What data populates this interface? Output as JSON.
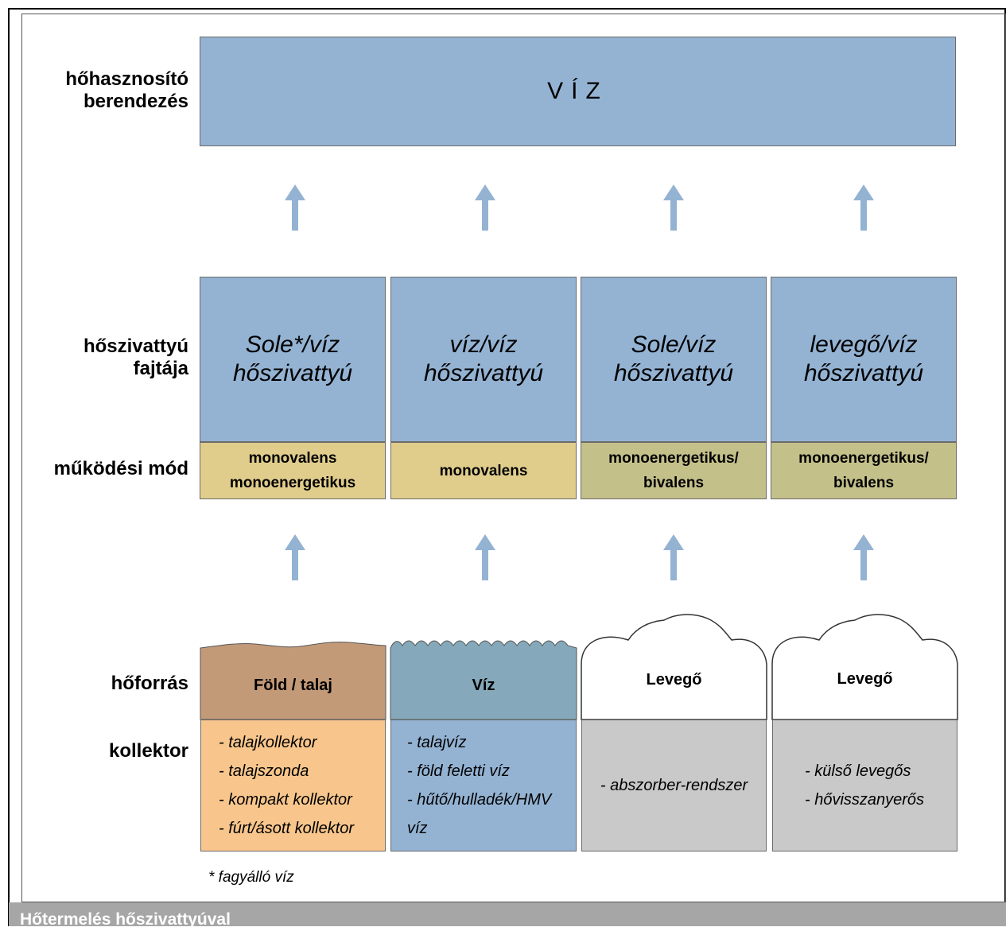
{
  "caption": "Hőtermelés hőszivattyúval",
  "row_labels": {
    "device": "hőhasznosító\nberendezés",
    "heatpump": "hőszivattyú\nfajtája",
    "mode": "működési mód",
    "source": "hőforrás",
    "collector": "kollektor"
  },
  "device": {
    "label": "VÍZ"
  },
  "columns": [
    {
      "heatpump": "Sole*/víz\nhőszivattyú",
      "mode": "monovalens\nmonoenergetikus",
      "source": "Föld / talaj",
      "collectors": [
        "- talajkollektor",
        "- talajszonda",
        "- kompakt kollektor",
        "- fúrt/ásott kollektor"
      ]
    },
    {
      "heatpump": "víz/víz\nhőszivattyú",
      "mode": "monovalens",
      "source": "Víz",
      "collectors": [
        "- talajvíz",
        "- föld feletti víz",
        "- hűtő/hulladék/HMV víz"
      ]
    },
    {
      "heatpump": "Sole/víz\nhőszivattyú",
      "mode": "monoenergetikus/\nbivalens",
      "source": "Levegő",
      "collectors": [
        "- abszorber-rendszer"
      ]
    },
    {
      "heatpump": "levegő/víz\nhőszivattyú",
      "mode": "monoenergetikus/\nbivalens",
      "source": "Levegő",
      "collectors": [
        "- külső levegős",
        "- hővisszanyerős"
      ]
    }
  ],
  "footnote": "* fagyálló víz",
  "colors": {
    "box_blue": "#94b3d3",
    "mode_tan": "#e0cd8c",
    "mode_olive": "#c4c08a",
    "soil": "#c39a78",
    "water": "#85a9ba",
    "collector_orange": "#f8c68c",
    "collector_blue": "#94b3d3",
    "collector_grey": "#c9c9c9",
    "arrow": "#94b3d3",
    "caption_bar": "#a6a6a6"
  }
}
